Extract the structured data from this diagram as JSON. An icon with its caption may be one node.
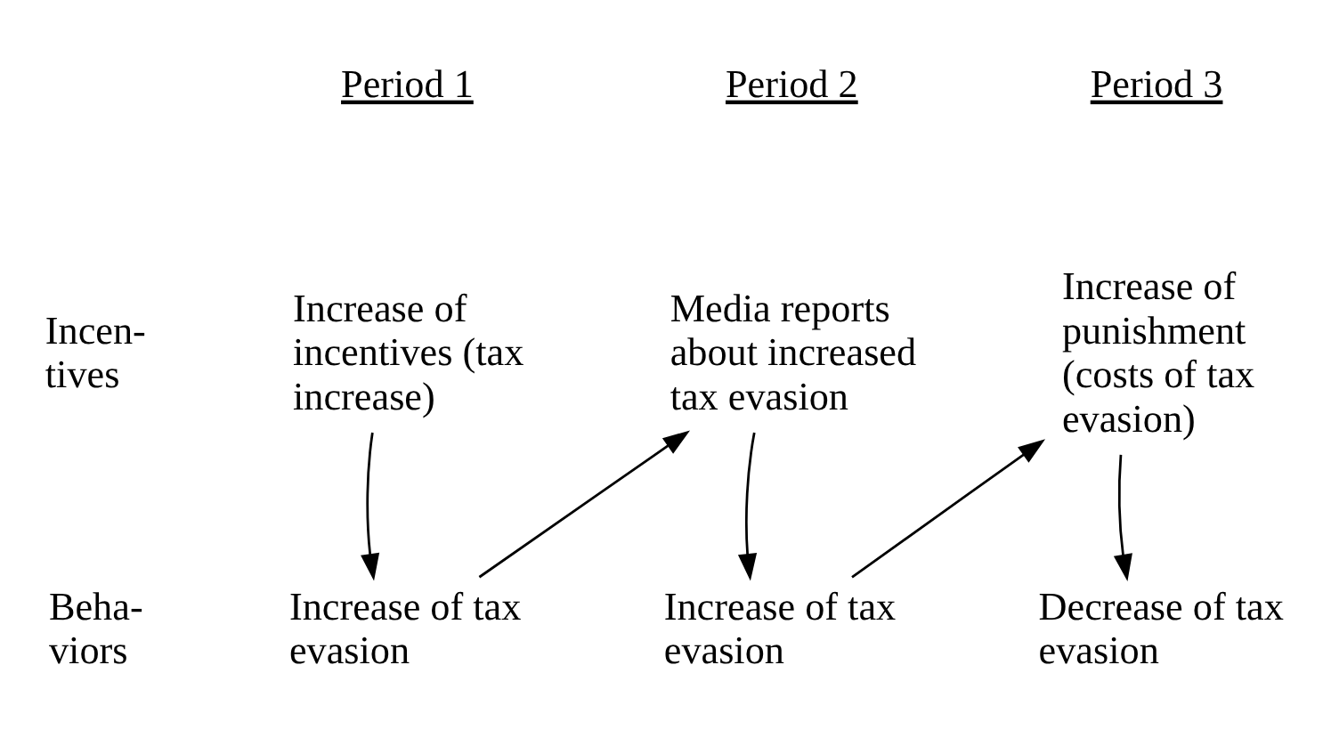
{
  "diagram": {
    "nodes": [
      {
        "text": [
          "Increase of incentives (tax increase)"
        ]
      },
      {
        "text": [
          "Media reports about increased tax evasion"
        ]
      },
      {
        "text": [
          "Increase of punishment (costs of tax evasion)"
        ]
      },
      {
        "text": [
          "Increase of tax evasion"
        ]
      },
      {
        "text": [
          "Increase of tax evasion"
        ]
      },
      {
        "text": [
          "Decrease of tax evasion"
        ]
      }
    ],
    "edges": [
      {
        "from": 0,
        "to": 3,
        "arrow": "to"
      },
      {
        "from": 3,
        "to": 1,
        "arrow": "to"
      },
      {
        "from": 1,
        "to": 4,
        "arrow": "to"
      },
      {
        "from": 4,
        "to": 2,
        "arrow": "to"
      },
      {
        "from": 2,
        "to": 5,
        "arrow": "to"
      }
    ],
    "labels": [
      "Period 1",
      "Period 2",
      "Period 3",
      "Incen- tives",
      "Beha- viors"
    ]
  }
}
